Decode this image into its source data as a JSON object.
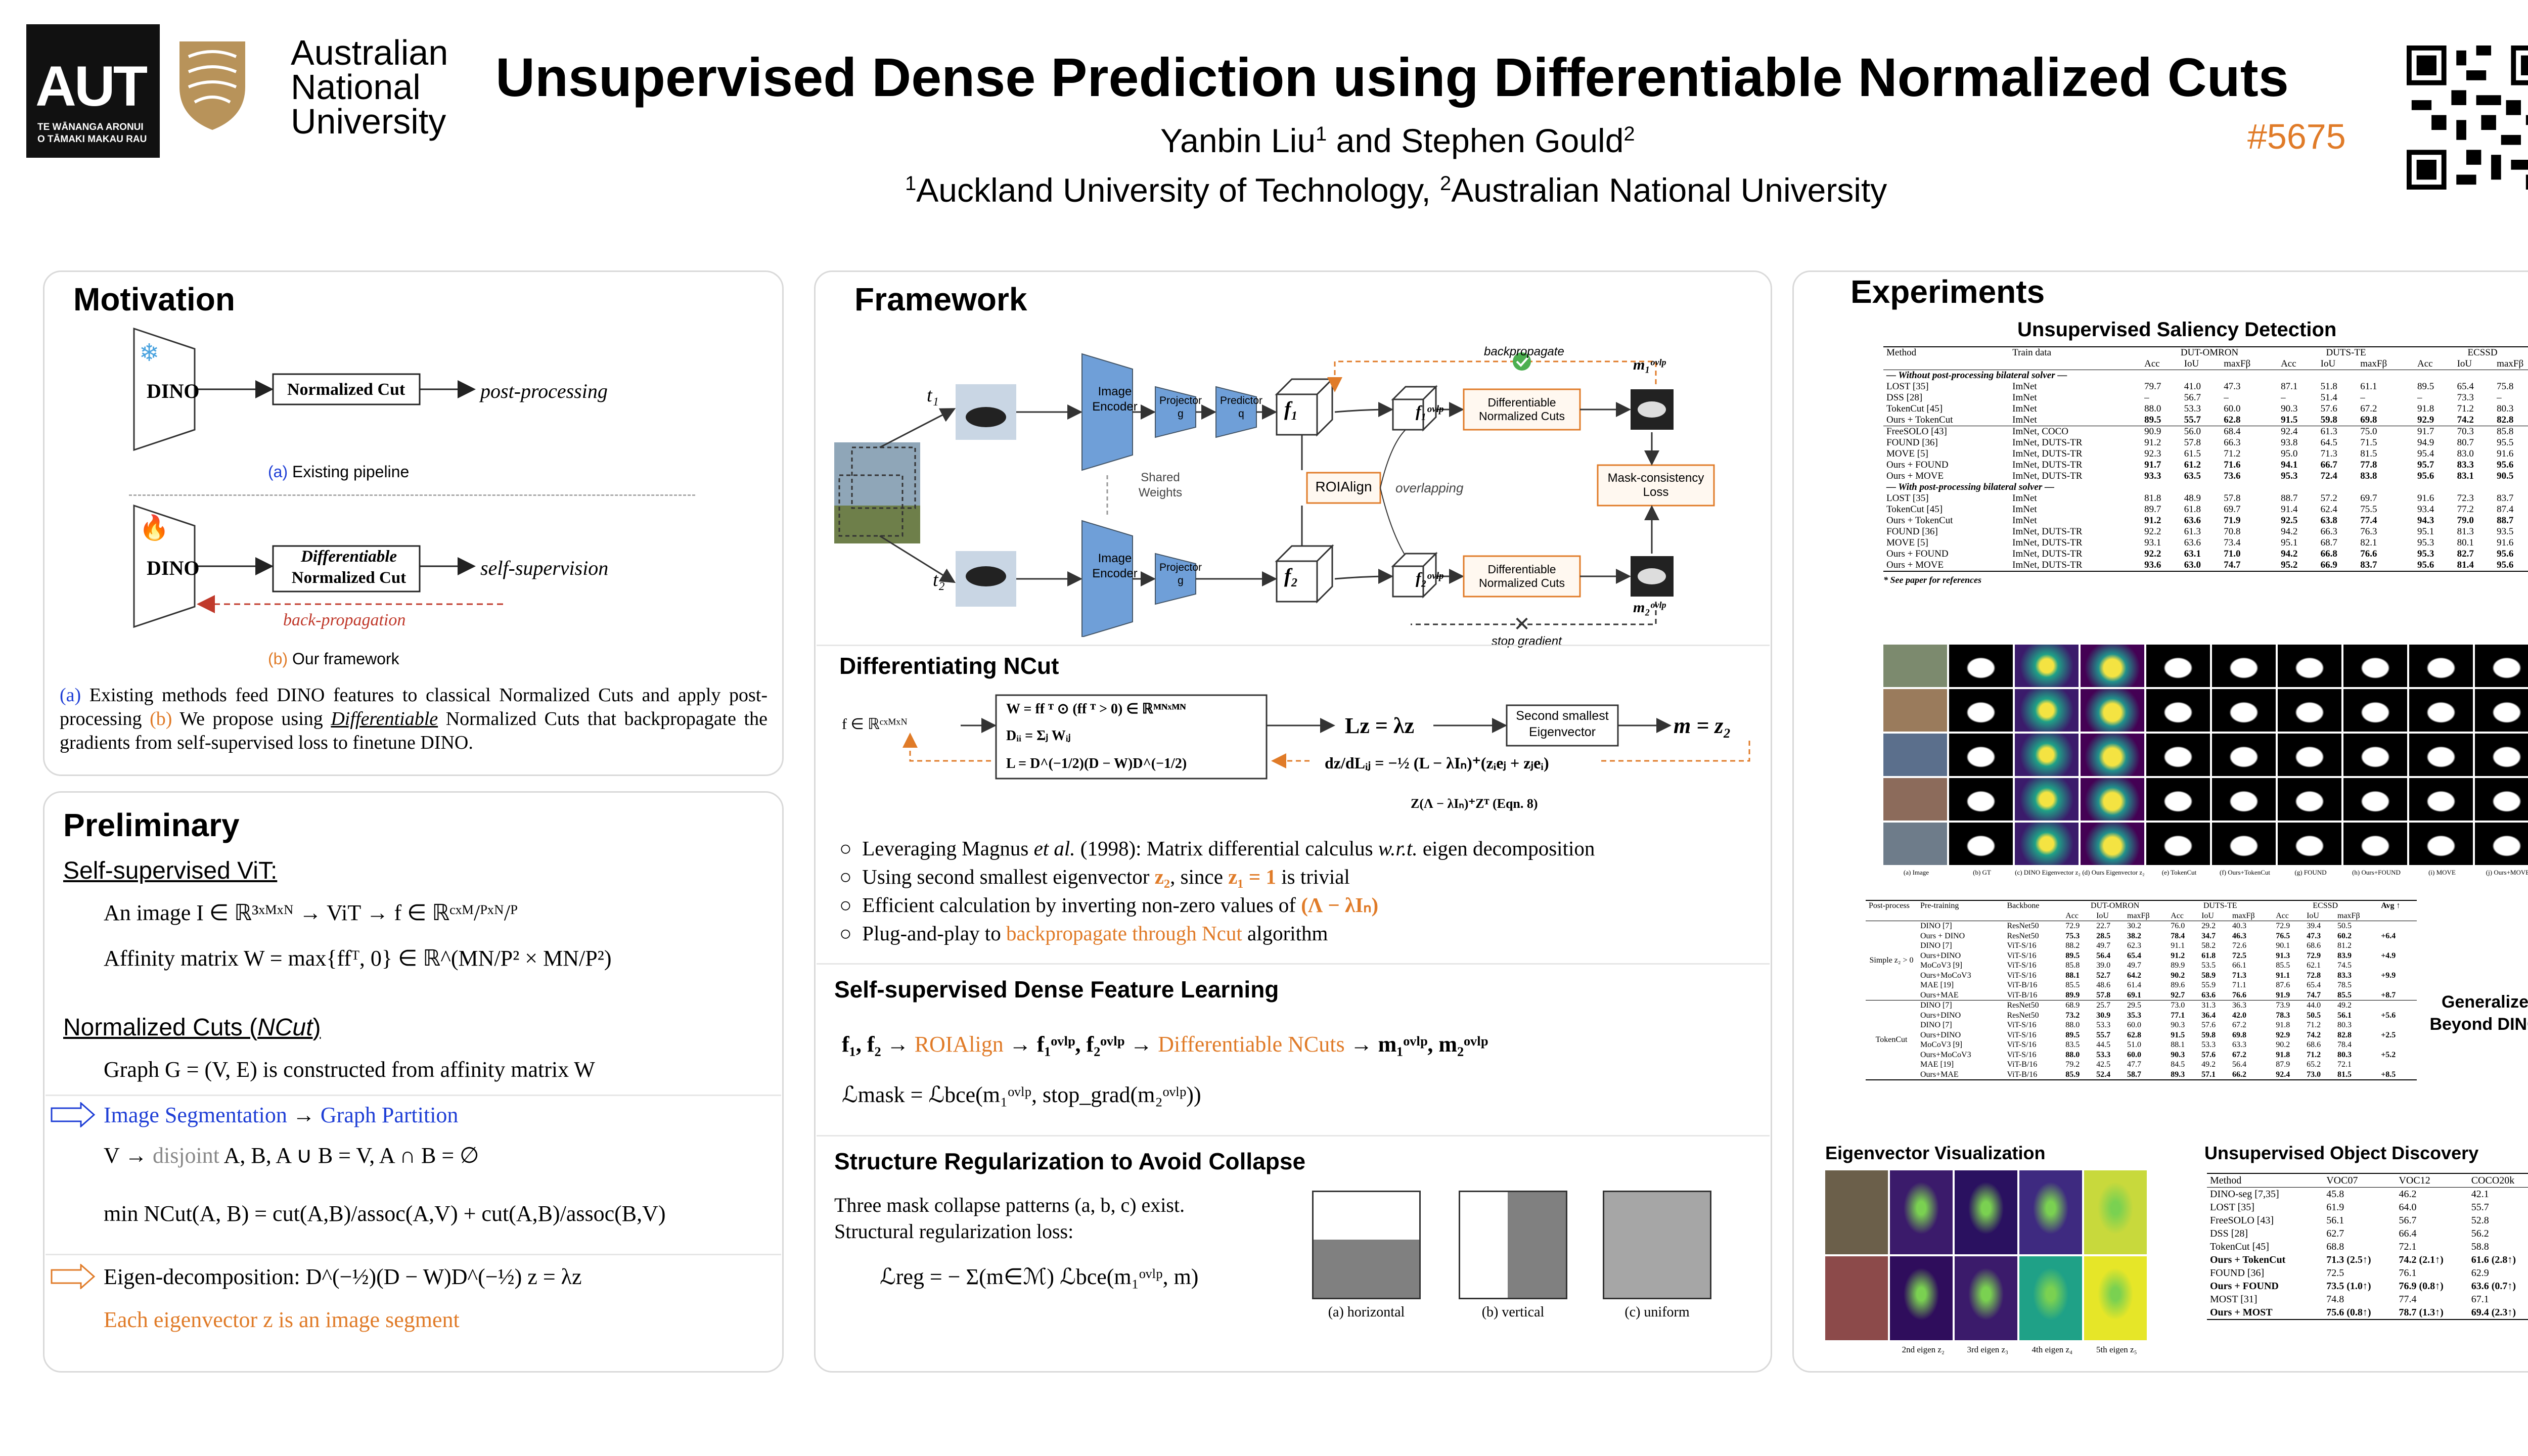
{
  "header": {
    "aut_logo": "AUT",
    "aut_sub": "TE WĀNANGA ARONUI\nO TĀMAKI MAKAU RAU",
    "anu_line1": "Australian",
    "anu_line2": "National",
    "anu_line3": "University",
    "title": "Unsupervised Dense Prediction using Differentiable Normalized Cuts",
    "authors_a": "Yanbin Liu",
    "authors_a_sup": "1",
    "authors_and": " and Stephen Gould",
    "authors_b_sup": "2",
    "affil_1": "1",
    "affil_1_text": "Auckland University of Technology, ",
    "affil_2": "2",
    "affil_2_text": "Australian National University",
    "paper_id": "#5675"
  },
  "motivation": {
    "title": "Motivation",
    "dino_label": "DINO",
    "ncut_label": "Normalized Cut",
    "post_processing": "post-processing",
    "caption_a_tag": "(a)",
    "caption_a": "Existing pipeline",
    "diff_ncut_line1": "Differentiable",
    "diff_ncut_line2": "Normalized Cut",
    "self_supervision": "self-supervision",
    "back_propagation": "back-propagation",
    "caption_b_tag": "(b)",
    "caption_b": "Our framework",
    "desc_a_tag": "(a)",
    "desc_1": " Existing methods feed DINO features to classical Normalized Cuts and apply post-processing ",
    "desc_b_tag": "(b)",
    "desc_2": " We propose using ",
    "desc_diff": "Differentiable",
    "desc_3": " Normalized Cuts that backpropagate the gradients from self-supervised loss to finetune DINO."
  },
  "preliminary": {
    "title": "Preliminary",
    "vit_heading": "Self-supervised ViT:",
    "image_line": "An image I ∈ ℝ³ˣᴹˣᴺ  →  ViT  → f ∈ ℝᶜˣᴹ/ᴾˣᴺ/ᴾ",
    "affinity_line": "Affinity matrix W = max{ffᵀ, 0} ∈ ℝ^(MN/P² × MN/P²)",
    "ncut_heading": "Normalized Cuts (",
    "ncut_heading_it": "NCut",
    "ncut_heading_end": ")",
    "graph_line": "Graph G = (V, E) is constructed from affinity matrix W",
    "seg_a": "Image Segmentation",
    "seg_arrow": " → ",
    "seg_b": "Graph Partition",
    "disjoint_a": "V → ",
    "disjoint_b": "disjoint",
    "disjoint_c": " A, B, A ∪ B = V, A ∩ B = ∅",
    "min_ncut": "min NCut(A, B) = cut(A,B)/assoc(A,V) + cut(A,B)/assoc(B,V)",
    "eigen_line": "Eigen-decomposition:  D^(−½)(D − W)D^(−½) z = λz",
    "eigen_note": "Each eigenvector z is an image segment"
  },
  "framework": {
    "title": "Framework",
    "t1": "t₁",
    "t2": "t₂",
    "image_encoder": "Image Encoder",
    "projector": "Projector g",
    "predictor": "Predictor q",
    "shared_weights": "Shared Weights",
    "f1": "f₁",
    "f2": "f₂",
    "roialign": "ROIAlign",
    "overlapping": "overlapping",
    "f1_ovlp": "f₁ᵒᵛˡᵖ",
    "f2_ovlp": "f₂ᵒᵛˡᵖ",
    "diff_ncut": "Differentiable Normalized Cuts",
    "backpropagate": "backpropagate",
    "m1": "m₁ᵒᵛˡᵖ",
    "m2": "m₂ᵒᵛˡᵖ",
    "mask_loss": "Mask-consistency Loss",
    "stop_gradient": "stop gradient"
  },
  "diffncut": {
    "title": "Differentiating NCut",
    "f_in": "f ∈ ℝᶜˣᴹˣᴺ",
    "w_eq": "W = ff ᵀ ⊙ (ff ᵀ > 0) ∈ ℝᴹᴺˣᴹᴺ",
    "d_eq": "Dᵢᵢ = Σⱼ Wᵢⱼ",
    "l_eq": "L = D^(−1/2)(D − W)D^(−1/2)",
    "lz_eq": "Lz = λz",
    "second_eig": "Second smallest Eigenvector",
    "m_eq": "m = z₂",
    "grad_eq": "dz/dLᵢⱼ = −½ (L − λIₙ)⁺(zᵢeⱼ + zⱼeᵢ)",
    "zeqn": "Z(Λ − λIₙ)⁺Zᵀ (Eqn. 8)",
    "b1_a": "Leveraging Magnus ",
    "b1_it": "et al.",
    "b1_b": " (1998): Matrix differential calculus ",
    "b1_it2": "w.r.t.",
    "b1_c": " eigen decomposition",
    "b2_a": "Using second smallest eigenvector ",
    "b2_z2": "z₂",
    "b2_b": ", since ",
    "b2_z1": "z₁ = 1",
    "b2_c": " is trivial",
    "b3_a": "Efficient calculation by inverting non-zero values of ",
    "b3_b": "(Λ − λIₙ)",
    "b4_a": "Plug-and-play to ",
    "b4_b": "backpropagate through Ncut",
    "b4_c": " algorithm"
  },
  "dense": {
    "title": "Self-supervised Dense Feature Learning",
    "eq1_a": "f₁, f₂ → ",
    "eq1_b": "ROIAlign",
    "eq1_c": " → f₁ᵒᵛˡᵖ, f₂ᵒᵛˡᵖ → ",
    "eq1_d": "Differentiable NCuts",
    "eq1_e": " → m₁ᵒᵛˡᵖ, m₂ᵒᵛˡᵖ",
    "eq2": "ℒmask = ℒbce(m₁ᵒᵛˡᵖ, stop_grad(m₂ᵒᵛˡᵖ))"
  },
  "structure": {
    "title": "Structure Regularization to Avoid Collapse",
    "line1": "Three mask collapse patterns (a, b, c) exist.",
    "line2": "Structural regularization loss:",
    "eq": "ℒreg = − Σ(m∈ℳ) ℒbce(m₁ᵒᵛˡᵖ, m)",
    "cap_a": "(a) horizontal",
    "cap_b": "(b) vertical",
    "cap_c": "(c) uniform"
  },
  "experiments": {
    "title": "Experiments",
    "saliency_title": "Unsupervised Saliency Detection",
    "generalize": "Generalize Beyond DINO",
    "eigen_title": "Eigenvector Visualization",
    "obj_title": "Unsupervised Object Discovery",
    "see_paper": "* See paper for references",
    "sal_head": [
      "Method",
      "Train data",
      "DUT-OMRON",
      "DUTS-TE",
      "ECSSD"
    ],
    "sal_sub": [
      "Acc",
      "IoU",
      "maxFβ",
      "Acc",
      "IoU",
      "maxFβ",
      "Acc",
      "IoU",
      "maxFβ"
    ],
    "sal_sec1": "— Without post-processing bilateral solver —",
    "sal_sec2": "— With post-processing bilateral solver —",
    "sal_rows1": [
      [
        "LOST [35]",
        "ImNet",
        "79.7",
        "41.0",
        "47.3",
        "87.1",
        "51.8",
        "61.1",
        "89.5",
        "65.4",
        "75.8"
      ],
      [
        "DSS [28]",
        "ImNet",
        "–",
        "56.7",
        "–",
        "–",
        "51.4",
        "–",
        "–",
        "73.3",
        "–"
      ],
      [
        "TokenCut [45]",
        "ImNet",
        "88.0",
        "53.3",
        "60.0",
        "90.3",
        "57.6",
        "67.2",
        "91.8",
        "71.2",
        "80.3"
      ],
      [
        "Ours + TokenCut",
        "ImNet",
        "89.5",
        "55.7",
        "62.8",
        "91.5",
        "59.8",
        "69.8",
        "92.9",
        "74.2",
        "82.8"
      ],
      [
        "FreeSOLO [43]",
        "ImNet, COCO",
        "90.9",
        "56.0",
        "68.4",
        "92.4",
        "61.3",
        "75.0",
        "91.7",
        "70.3",
        "85.8"
      ],
      [
        "FOUND [36]",
        "ImNet, DUTS-TR",
        "91.2",
        "57.8",
        "66.3",
        "93.8",
        "64.5",
        "71.5",
        "94.9",
        "80.7",
        "95.5"
      ],
      [
        "MOVE [5]",
        "ImNet, DUTS-TR",
        "92.3",
        "61.5",
        "71.2",
        "95.0",
        "71.3",
        "81.5",
        "95.4",
        "83.0",
        "91.6"
      ],
      [
        "Ours + FOUND",
        "ImNet, DUTS-TR",
        "91.7",
        "61.2",
        "71.6",
        "94.1",
        "66.7",
        "77.8",
        "95.7",
        "83.3",
        "95.6"
      ],
      [
        "Ours + MOVE",
        "ImNet, DUTS-TR",
        "93.3",
        "63.5",
        "73.6",
        "95.3",
        "72.4",
        "83.8",
        "95.6",
        "83.1",
        "90.5"
      ]
    ],
    "sal_rows2": [
      [
        "LOST [35]",
        "ImNet",
        "81.8",
        "48.9",
        "57.8",
        "88.7",
        "57.2",
        "69.7",
        "91.6",
        "72.3",
        "83.7"
      ],
      [
        "TokenCut [45]",
        "ImNet",
        "89.7",
        "61.8",
        "69.7",
        "91.4",
        "62.4",
        "75.5",
        "93.4",
        "77.2",
        "87.4"
      ],
      [
        "Ours + TokenCut",
        "ImNet",
        "91.2",
        "63.6",
        "71.9",
        "92.5",
        "63.8",
        "77.4",
        "94.3",
        "79.0",
        "88.7"
      ],
      [
        "FOUND [36]",
        "ImNet, DUTS-TR",
        "92.2",
        "61.3",
        "70.8",
        "94.2",
        "66.3",
        "76.3",
        "95.1",
        "81.3",
        "93.5"
      ],
      [
        "MOVE [5]",
        "ImNet, DUTS-TR",
        "93.1",
        "63.6",
        "73.4",
        "95.1",
        "68.7",
        "82.1",
        "95.3",
        "80.1",
        "91.6"
      ],
      [
        "Ours + FOUND",
        "ImNet, DUTS-TR",
        "92.2",
        "63.1",
        "71.0",
        "94.2",
        "66.8",
        "76.6",
        "95.3",
        "82.7",
        "95.6"
      ],
      [
        "Ours + MOVE",
        "ImNet, DUTS-TR",
        "93.6",
        "63.0",
        "74.7",
        "95.2",
        "66.9",
        "83.7",
        "95.6",
        "81.4",
        "95.6"
      ]
    ],
    "vis_captions": [
      "(a) Image",
      "(b) GT",
      "(c) DINO Eigenvector z₂",
      "(d) Ours Eigenvector z₂",
      "(e) TokenCut",
      "(f) Ours+TokenCut",
      "(g) FOUND",
      "(h) Ours+FOUND",
      "(i) MOVE",
      "(j) Ours+MOVE"
    ],
    "gen_head": [
      "Post-process",
      "Pre-training",
      "Backbone",
      "DUT-OMRON",
      "DUTS-TE",
      "ECSSD",
      "Avg ↑"
    ],
    "gen_sub": [
      "Acc",
      "IoU",
      "maxFβ",
      "Acc",
      "IoU",
      "maxFβ",
      "Acc",
      "IoU",
      "maxFβ"
    ],
    "gen_group1": "Simple z₂ > 0",
    "gen_group2": "TokenCut",
    "gen_rows1": [
      [
        "DINO [7]",
        "ResNet50",
        "72.9",
        "22.7",
        "30.2",
        "76.0",
        "29.2",
        "40.3",
        "72.9",
        "39.4",
        "50.5",
        ""
      ],
      [
        "Ours + DINO",
        "ResNet50",
        "75.3",
        "28.5",
        "38.2",
        "78.4",
        "34.7",
        "46.3",
        "76.5",
        "47.3",
        "60.2",
        "+6.4"
      ],
      [
        "DINO [7]",
        "ViT-S/16",
        "88.2",
        "49.7",
        "62.3",
        "91.1",
        "58.2",
        "72.6",
        "90.1",
        "68.6",
        "81.2",
        ""
      ],
      [
        "Ours+DINO",
        "ViT-S/16",
        "89.5",
        "56.4",
        "65.4",
        "91.2",
        "61.8",
        "72.5",
        "91.3",
        "72.9",
        "83.9",
        "+4.9"
      ],
      [
        "MoCoV3 [9]",
        "ViT-S/16",
        "85.8",
        "39.0",
        "49.7",
        "89.9",
        "53.5",
        "66.1",
        "85.5",
        "62.1",
        "74.5",
        ""
      ],
      [
        "Ours+MoCoV3",
        "ViT-S/16",
        "88.1",
        "52.7",
        "64.2",
        "90.2",
        "58.9",
        "71.3",
        "91.1",
        "72.8",
        "83.3",
        "+9.9"
      ],
      [
        "MAE [19]",
        "ViT-B/16",
        "85.5",
        "48.6",
        "61.4",
        "89.6",
        "55.9",
        "71.1",
        "87.6",
        "65.4",
        "78.5",
        ""
      ],
      [
        "Ours+MAE",
        "ViT-B/16",
        "89.9",
        "57.8",
        "69.1",
        "92.7",
        "63.6",
        "76.6",
        "91.9",
        "74.7",
        "85.5",
        "+8.7"
      ]
    ],
    "gen_rows2": [
      [
        "DINO [7]",
        "ResNet50",
        "68.9",
        "25.7",
        "29.5",
        "73.0",
        "31.3",
        "36.3",
        "73.9",
        "44.0",
        "49.2",
        ""
      ],
      [
        "Ours+DINO",
        "ResNet50",
        "73.2",
        "30.9",
        "35.3",
        "77.1",
        "36.4",
        "42.0",
        "78.3",
        "50.5",
        "56.1",
        "+5.6"
      ],
      [
        "DINO [7]",
        "ViT-S/16",
        "88.0",
        "53.3",
        "60.0",
        "90.3",
        "57.6",
        "67.2",
        "91.8",
        "71.2",
        "80.3",
        ""
      ],
      [
        "Ours+DINO",
        "ViT-S/16",
        "89.5",
        "55.7",
        "62.8",
        "91.5",
        "59.8",
        "69.8",
        "92.9",
        "74.2",
        "82.8",
        "+2.5"
      ],
      [
        "MoCoV3 [9]",
        "ViT-S/16",
        "83.5",
        "44.5",
        "51.0",
        "88.1",
        "53.3",
        "63.3",
        "90.2",
        "68.6",
        "78.4",
        ""
      ],
      [
        "Ours+MoCoV3",
        "ViT-S/16",
        "88.0",
        "53.3",
        "60.0",
        "90.3",
        "57.6",
        "67.2",
        "91.8",
        "71.2",
        "80.3",
        "+5.2"
      ],
      [
        "MAE [19]",
        "ViT-B/16",
        "79.2",
        "42.5",
        "47.7",
        "84.5",
        "49.2",
        "56.4",
        "87.9",
        "65.2",
        "72.1",
        ""
      ],
      [
        "Ours+MAE",
        "ViT-B/16",
        "85.9",
        "52.4",
        "58.7",
        "89.3",
        "57.1",
        "66.2",
        "92.4",
        "73.0",
        "81.5",
        "+8.5"
      ]
    ],
    "eig_captions": [
      "2nd eigen z₂",
      "3rd eigen z₃",
      "4th eigen z₄",
      "5th eigen z₅"
    ],
    "obj_head": [
      "Method",
      "VOC07",
      "VOC12",
      "COCO20k"
    ],
    "obj_rows": [
      [
        "DINO-seg [7,35]",
        "45.8",
        "46.2",
        "42.1"
      ],
      [
        "LOST [35]",
        "61.9",
        "64.0",
        "55.7"
      ],
      [
        "FreeSOLO [43]",
        "56.1",
        "56.7",
        "52.8"
      ],
      [
        "DSS [28]",
        "62.7",
        "66.4",
        "56.2"
      ],
      [
        "TokenCut [45]",
        "68.8",
        "72.1",
        "58.8"
      ],
      [
        "Ours + TokenCut",
        "71.3 (2.5↑)",
        "74.2 (2.1↑)",
        "61.6 (2.8↑)"
      ],
      [
        "FOUND [36]",
        "72.5",
        "76.1",
        "62.9"
      ],
      [
        "Ours + FOUND",
        "73.5 (1.0↑)",
        "76.9 (0.8↑)",
        "63.6 (0.7↑)"
      ],
      [
        "MOST [31]",
        "74.8",
        "77.4",
        "67.1"
      ],
      [
        "Ours + MOST",
        "75.6 (0.8↑)",
        "78.7 (1.3↑)",
        "69.4 (2.3↑)"
      ]
    ]
  },
  "colors": {
    "orange": "#e07b28",
    "blue": "#1f3fd6",
    "panel_border": "#d9d9d9",
    "aut_black": "#111111",
    "anu_gold": "#b8935a"
  }
}
